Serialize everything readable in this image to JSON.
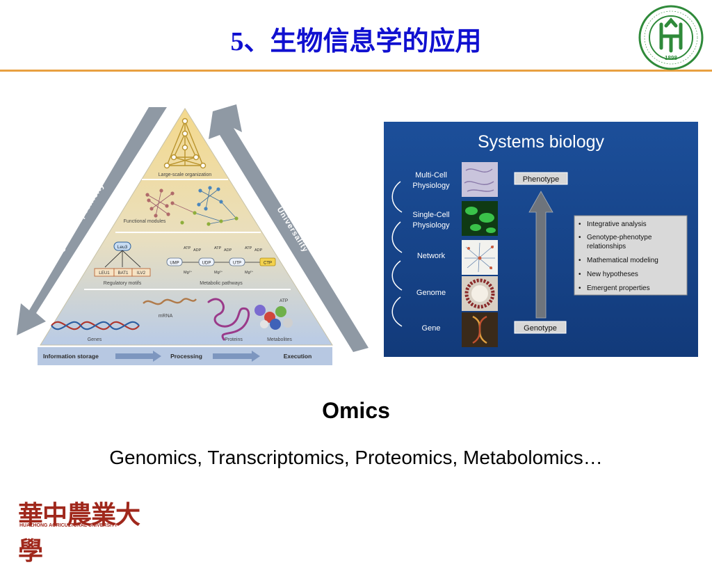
{
  "header": {
    "title": "5、生物信息学的应用"
  },
  "seal": {
    "year": "1898",
    "ring_text": "HUAZHONG AGRICULTURAL UNIVERSITY"
  },
  "pyramid": {
    "level_top": "Large-scale organization",
    "level_functional": "Functional modules",
    "level_regulatory": "Regulatory motifs",
    "level_metabolic": "Metabolic pathways",
    "gene_top": "Leu3",
    "genes_low": [
      "LEU1",
      "BAT1",
      "ILV2"
    ],
    "pathway_nodes": [
      "UMP",
      "UDP",
      "UTP",
      "CTP"
    ],
    "atp_labels": [
      "ATP",
      "ADP",
      "ATP",
      "ADP",
      "ATP",
      "ADP"
    ],
    "mg_labels": [
      "Mg²⁺",
      "Mg²⁺",
      "Mg²⁺"
    ],
    "bottom_labels": [
      "Genes",
      "mRNA",
      "Proteins",
      "Metabolites",
      "ATP"
    ],
    "left_arrow": "Organism specificity",
    "right_arrow": "Universality",
    "flow": [
      "Information storage",
      "Processing",
      "Execution"
    ]
  },
  "systems": {
    "title": "Systems biology",
    "levels": [
      {
        "line1": "Multi-Cell",
        "line2": "Physiology"
      },
      {
        "line1": "Single-Cell",
        "line2": "Physiology"
      },
      {
        "line1": "Network",
        "line2": ""
      },
      {
        "line1": "Genome",
        "line2": ""
      },
      {
        "line1": "Gene",
        "line2": ""
      }
    ],
    "phenotype": "Phenotype",
    "genotype": "Genotype",
    "bullets": [
      {
        "line1": "Integrative analysis",
        "line2": ""
      },
      {
        "line1": "Genotype-phenotype",
        "line2": "relationships"
      },
      {
        "line1": "Mathematical modeling",
        "line2": ""
      },
      {
        "line1": "New hypotheses",
        "line2": ""
      },
      {
        "line1": "Emergent properties",
        "line2": ""
      }
    ]
  },
  "omics": {
    "title": "Omics",
    "list": "Genomics, Transcriptomics, Proteomics, Metabolomics…"
  },
  "footer": {
    "university_cn": "華中農業大學",
    "university_en": "HUAZHONG AGRICULTURAL UNIVERSITY"
  }
}
